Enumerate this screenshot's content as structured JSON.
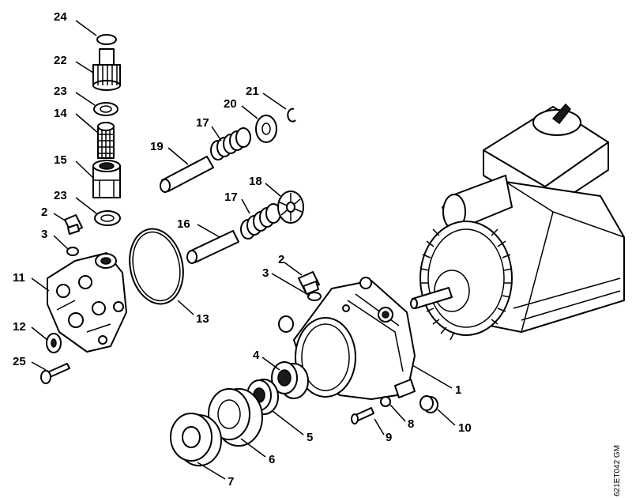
{
  "diagram": {
    "callouts": {
      "c1": "1",
      "c2a": "2",
      "c2b": "2",
      "c3a": "3",
      "c3b": "3",
      "c4": "4",
      "c5": "5",
      "c6": "6",
      "c7": "7",
      "c8": "8",
      "c9": "9",
      "c10": "10",
      "c11": "11",
      "c12": "12",
      "c13": "13",
      "c14": "14",
      "c15": "15",
      "c16": "16",
      "c17a": "17",
      "c17b": "17",
      "c18": "18",
      "c19": "19",
      "c20": "20",
      "c21": "21",
      "c22": "22",
      "c23a": "23",
      "c23b": "23",
      "c24": "24",
      "c25": "25"
    },
    "drawing_code": "621ET042 GM"
  }
}
